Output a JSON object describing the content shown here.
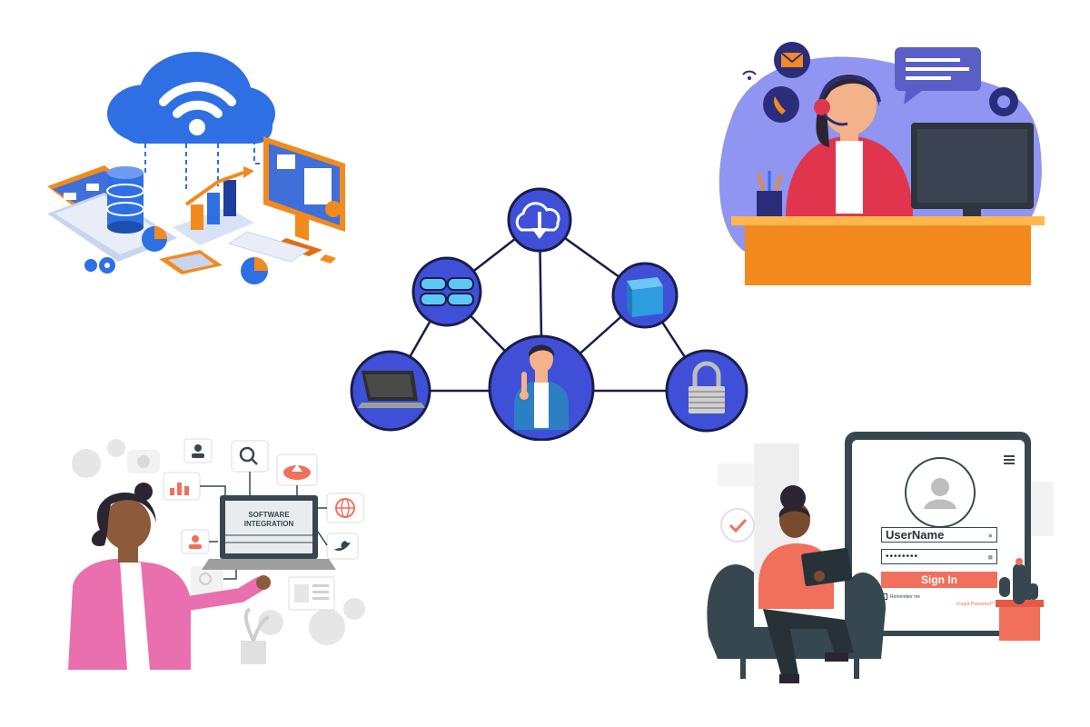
{
  "colors": {
    "navy": "#2a2d7a",
    "circle_blue": "#3f4fd8",
    "cloud_blue": "#2f6fe4",
    "orange": "#f28a1d",
    "salmon": "#f0705c",
    "purple_bg": "#8f95f0",
    "pink": "#e96fae",
    "dark_gray": "#37474f"
  },
  "network": {
    "nodes": [
      {
        "id": "cloud-download",
        "icon": "cloud-download-icon"
      },
      {
        "id": "servers",
        "icon": "server-stack-icon"
      },
      {
        "id": "cube",
        "icon": "cube-icon"
      },
      {
        "id": "laptop",
        "icon": "laptop-icon"
      },
      {
        "id": "person",
        "icon": "presenter-icon"
      },
      {
        "id": "lock",
        "icon": "padlock-icon"
      }
    ]
  },
  "software_panel": {
    "label_line1": "SOFTWARE",
    "label_line2": "INTEGRATION"
  },
  "login_panel": {
    "username_value": "UserName",
    "password_value": "••••••••",
    "sign_in_label": "Sign In",
    "remember_label": "Remember me",
    "forgot_label": "Forgot Password?"
  }
}
